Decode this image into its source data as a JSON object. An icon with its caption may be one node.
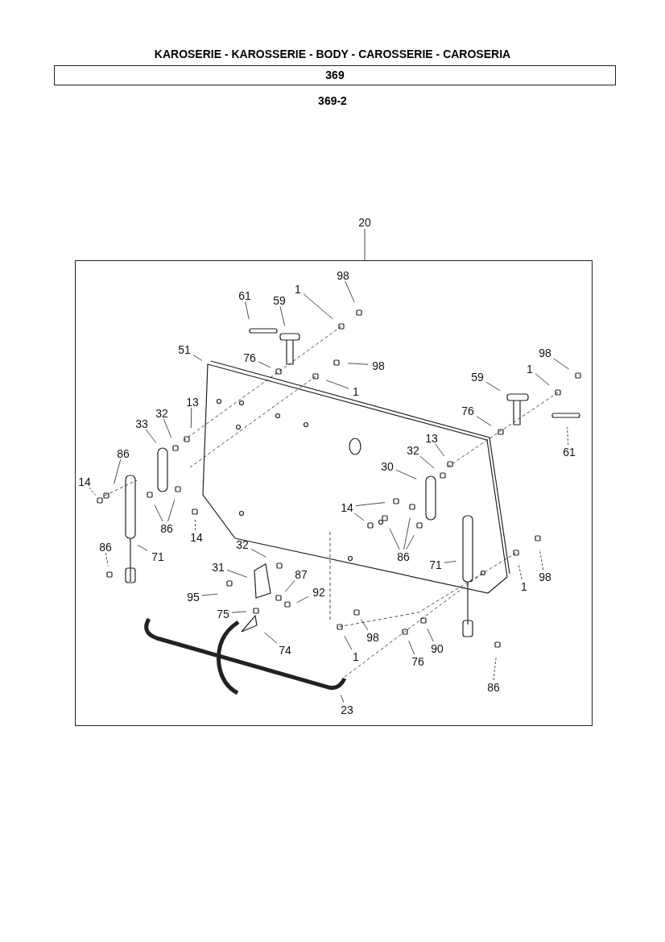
{
  "diagram": {
    "title": "KAROSERIE - KAROSSERIE - BODY - CAROSSERIE - CAROSERIA",
    "nodes": [
      {
        "text": [
          "369"
        ]
      },
      {
        "text": [
          "20"
        ]
      },
      {
        "text": [],
        "shape": "box"
      },
      {
        "text": [
          "61"
        ],
        "in": 2
      },
      {
        "text": [
          "59"
        ],
        "in": 2
      },
      {
        "text": [
          "1"
        ],
        "in": 2
      },
      {
        "text": [
          "98"
        ],
        "in": 2
      },
      {
        "text": [
          "51"
        ],
        "in": 2
      },
      {
        "text": [
          "76"
        ],
        "in": 2
      },
      {
        "text": [
          "98"
        ],
        "in": 2
      },
      {
        "text": [
          "1"
        ],
        "in": 2
      },
      {
        "text": [
          "98"
        ],
        "in": 2
      },
      {
        "text": [
          "1"
        ],
        "in": 2
      },
      {
        "text": [
          "59"
        ],
        "in": 2
      },
      {
        "text": [
          "76"
        ],
        "in": 2
      },
      {
        "text": [
          "61"
        ],
        "in": 2
      },
      {
        "text": [
          "13"
        ],
        "in": 2
      },
      {
        "text": [
          "32"
        ],
        "in": 2
      },
      {
        "text": [
          "33"
        ],
        "in": 2
      },
      {
        "text": [
          "14"
        ],
        "in": 2
      },
      {
        "text": [
          "86"
        ],
        "in": 2
      },
      {
        "text": [
          "86"
        ],
        "in": 2
      },
      {
        "text": [
          "14"
        ],
        "in": 2
      },
      {
        "text": [
          "13"
        ],
        "in": 2
      },
      {
        "text": [
          "32"
        ],
        "in": 2
      },
      {
        "text": [
          "30"
        ],
        "in": 2
      },
      {
        "text": [
          "14"
        ],
        "in": 2
      },
      {
        "text": [
          "86"
        ],
        "in": 2
      },
      {
        "text": [
          "71"
        ],
        "in": 2
      },
      {
        "text": [
          "86"
        ],
        "in": 2
      },
      {
        "text": [
          "71"
        ],
        "in": 2
      },
      {
        "text": [
          "1"
        ],
        "in": 2
      },
      {
        "text": [
          "98"
        ],
        "in": 2
      },
      {
        "text": [
          "32"
        ],
        "in": 2
      },
      {
        "text": [
          "31"
        ],
        "in": 2
      },
      {
        "text": [
          "87"
        ],
        "in": 2
      },
      {
        "text": [
          "95"
        ],
        "in": 2
      },
      {
        "text": [
          "92"
        ],
        "in": 2
      },
      {
        "text": [
          "75"
        ],
        "in": 2
      },
      {
        "text": [
          "74"
        ],
        "in": 2
      },
      {
        "text": [
          "1"
        ],
        "in": 2
      },
      {
        "text": [
          "98"
        ],
        "in": 2
      },
      {
        "text": [
          "76"
        ],
        "in": 2
      },
      {
        "text": [
          "90"
        ],
        "in": 2
      },
      {
        "text": [
          "86"
        ],
        "in": 2
      },
      {
        "text": [
          "23"
        ],
        "in": 2
      }
    ],
    "edges": [
      {
        "from": 1,
        "to": 2,
        "arrow": "none"
      },
      {
        "from": 3,
        "to": null,
        "arrow": "none"
      },
      {
        "from": 4,
        "to": null,
        "arrow": "none"
      },
      {
        "from": 5,
        "to": null,
        "arrow": "none"
      },
      {
        "from": 6,
        "to": null,
        "arrow": "none"
      },
      {
        "from": 7,
        "to": null,
        "arrow": "none"
      },
      {
        "from": 8,
        "to": null,
        "arrow": "none"
      },
      {
        "from": 9,
        "to": null,
        "arrow": "none"
      },
      {
        "from": 10,
        "to": null,
        "arrow": "none"
      },
      {
        "from": 11,
        "to": null,
        "arrow": "none"
      },
      {
        "from": 12,
        "to": null,
        "arrow": "none"
      },
      {
        "from": 13,
        "to": null,
        "arrow": "none"
      },
      {
        "from": 14,
        "to": null,
        "arrow": "none"
      },
      {
        "from": 15,
        "to": null,
        "arrow": "none",
        "style": "dashed"
      },
      {
        "from": 16,
        "to": null,
        "arrow": "none"
      },
      {
        "from": 17,
        "to": null,
        "arrow": "none"
      },
      {
        "from": 18,
        "to": null,
        "arrow": "none"
      },
      {
        "from": 19,
        "to": null,
        "arrow": "none",
        "style": "dashed"
      },
      {
        "from": 20,
        "to": null,
        "arrow": "none"
      },
      {
        "from": 21,
        "to": null,
        "arrow": "none"
      },
      {
        "from": 21,
        "to": null,
        "arrow": "none"
      },
      {
        "from": 22,
        "to": null,
        "arrow": "none",
        "style": "dashed"
      },
      {
        "from": 23,
        "to": null,
        "arrow": "none"
      },
      {
        "from": 24,
        "to": null,
        "arrow": "none"
      },
      {
        "from": 25,
        "to": null,
        "arrow": "none"
      },
      {
        "from": 26,
        "to": null,
        "arrow": "none"
      },
      {
        "from": 26,
        "to": null,
        "arrow": "none"
      },
      {
        "from": 27,
        "to": null,
        "arrow": "none"
      },
      {
        "from": 27,
        "to": null,
        "arrow": "none"
      },
      {
        "from": 27,
        "to": null,
        "arrow": "none"
      },
      {
        "from": 28,
        "to": null,
        "arrow": "none"
      },
      {
        "from": 29,
        "to": null,
        "arrow": "none",
        "style": "dashed"
      },
      {
        "from": 30,
        "to": null,
        "arrow": "none"
      },
      {
        "from": 31,
        "to": null,
        "arrow": "none",
        "style": "dashed"
      },
      {
        "from": 32,
        "to": null,
        "arrow": "none",
        "style": "dashed"
      },
      {
        "from": 33,
        "to": null,
        "arrow": "none"
      },
      {
        "from": 34,
        "to": null,
        "arrow": "none"
      },
      {
        "from": 35,
        "to": null,
        "arrow": "none"
      },
      {
        "from": 36,
        "to": null,
        "arrow": "none"
      },
      {
        "from": 37,
        "to": null,
        "arrow": "none"
      },
      {
        "from": 38,
        "to": null,
        "arrow": "none"
      },
      {
        "from": 39,
        "to": null,
        "arrow": "none"
      },
      {
        "from": 40,
        "to": null,
        "arrow": "none"
      },
      {
        "from": 41,
        "to": null,
        "arrow": "none"
      },
      {
        "from": 42,
        "to": null,
        "arrow": "none"
      },
      {
        "from": 43,
        "to": null,
        "arrow": "none"
      },
      {
        "from": 44,
        "to": null,
        "arrow": "none",
        "style": "dashed"
      },
      {
        "from": 45,
        "to": null,
        "arrow": "none"
      }
    ],
    "labels": [
      "369-2"
    ]
  }
}
